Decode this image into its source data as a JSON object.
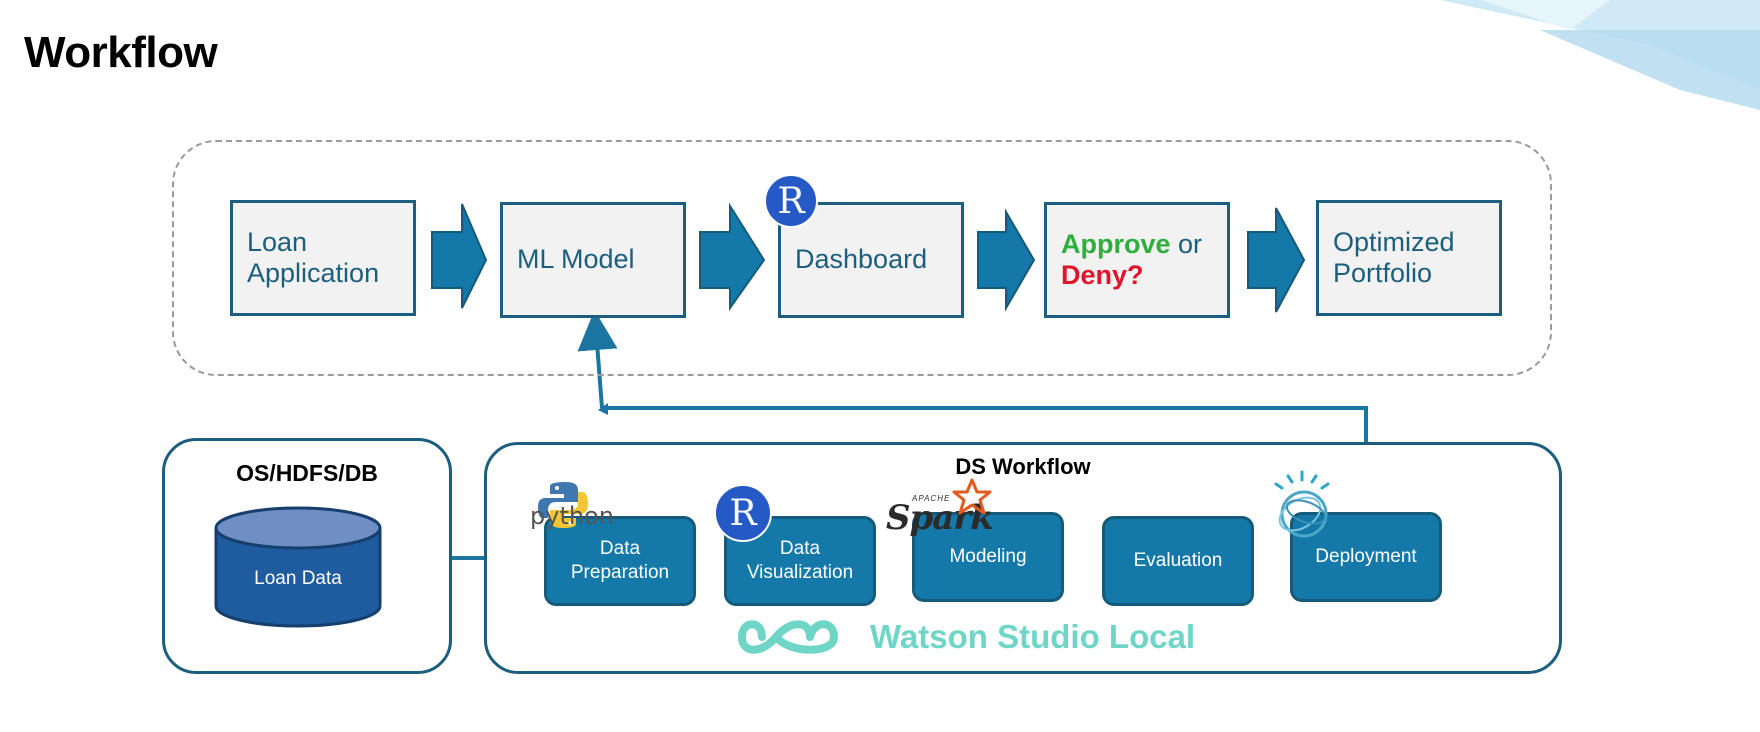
{
  "page_title": "Workflow",
  "pipeline": {
    "steps": [
      {
        "label_line1": "Loan",
        "label_line2": "Application"
      },
      {
        "label_line1": "ML Model"
      },
      {
        "label_line1": "Dashboard"
      },
      {
        "approve": "Approve",
        "or": " or",
        "deny": "Deny?"
      },
      {
        "label_line1": "Optimized",
        "label_line2": "Portfolio"
      }
    ],
    "r_badge": "R"
  },
  "storage": {
    "title": "OS/HDFS/DB",
    "db_label": "Loan Data"
  },
  "ds_workflow": {
    "title": "DS Workflow",
    "steps": [
      {
        "line1": "Data",
        "line2": "Preparation"
      },
      {
        "line1": "Data",
        "line2": "Visualization"
      },
      {
        "line1": "Modeling"
      },
      {
        "line1": "Evaluation"
      },
      {
        "line1": "Deployment"
      }
    ],
    "logos": {
      "python": "python",
      "r": "R",
      "spark_apache": "APACHE",
      "spark": "Spark"
    },
    "brand": "Watson Studio Local"
  },
  "colors": {
    "primary_blue": "#1b5e7e",
    "step_blue": "#1478a8",
    "approve_green": "#2fae3e",
    "deny_red": "#e0142b",
    "brand_teal": "#6fd6c7"
  }
}
